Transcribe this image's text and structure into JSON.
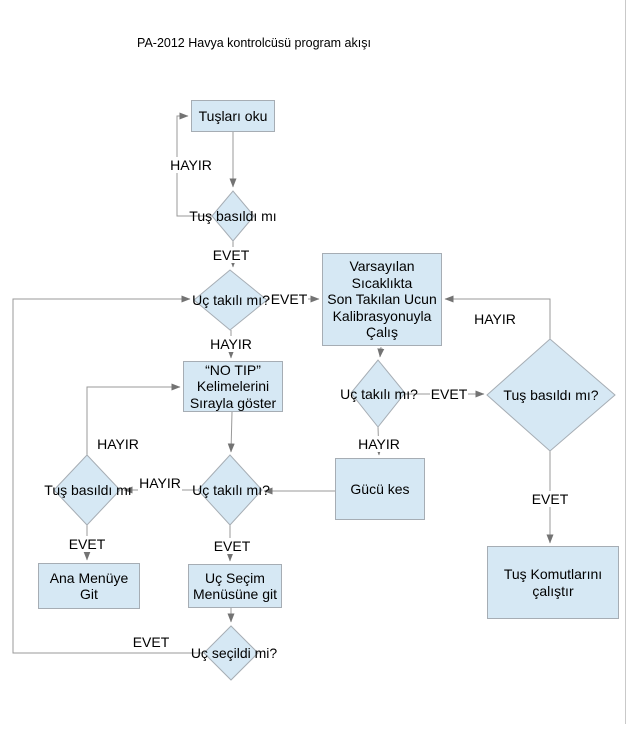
{
  "title": "PA-2012 Havya kontrolcüsü program akışı",
  "colors": {
    "node_fill": "#d6e8f4",
    "node_border": "#a6adb4",
    "connector": "#999999",
    "arrowhead": "#737373",
    "text": "#000000",
    "page_edge": "#c9c9c9"
  },
  "nodes": {
    "read_keys": {
      "type": "process",
      "label": "Tuşları oku"
    },
    "key_pressed_top": {
      "type": "decision",
      "label": "Tuş basıldı mı"
    },
    "tip_attached_1": {
      "type": "decision",
      "label": "Uç takılı mı?"
    },
    "default_temp_calibration": {
      "type": "process",
      "lines": [
        "Varsayılan",
        "Sıcaklıkta",
        "Son Takılan Ucun",
        "Kalibrasyonuyla",
        "Çalış"
      ]
    },
    "no_tip_display": {
      "type": "process",
      "lines": [
        "“NO TIP”",
        "Kelimelerini",
        "Sırayla göster"
      ]
    },
    "tip_attached_2": {
      "type": "decision",
      "label": "Uç takılı mı?"
    },
    "key_pressed_right": {
      "type": "decision",
      "label": "Tuş basıldı mı?"
    },
    "power_off": {
      "type": "process",
      "label": "Gücü kes"
    },
    "key_pressed_left": {
      "type": "decision",
      "label": "Tuş basıldı mı"
    },
    "tip_attached_3": {
      "type": "decision",
      "label": "Uç takılı mı?"
    },
    "main_menu": {
      "type": "process",
      "lines": [
        "Ana Menüye",
        "Git"
      ]
    },
    "tip_select_menu": {
      "type": "process",
      "lines": [
        "Uç Seçim",
        "Menüsüne git"
      ]
    },
    "tip_selected": {
      "type": "decision",
      "label": "Uç seçildi mi?"
    },
    "run_key_commands": {
      "type": "process",
      "lines": [
        "Tuş Komutlarını",
        "çalıştır"
      ]
    }
  },
  "edge_labels": {
    "loop_hayir": "HAYIR",
    "key_top_evet": "EVET",
    "tip1_evet": "EVET",
    "tip1_hayir": "HAYIR",
    "right_hayir": "HAYIR",
    "tip2_evet": "EVET",
    "tip2_hayir": "HAYIR",
    "left_up_hayir": "HAYIR",
    "tip3_hayir": "HAYIR",
    "left_evet": "EVET",
    "tip3_evet": "EVET",
    "right_evet": "EVET",
    "selected_evet": "EVET"
  }
}
